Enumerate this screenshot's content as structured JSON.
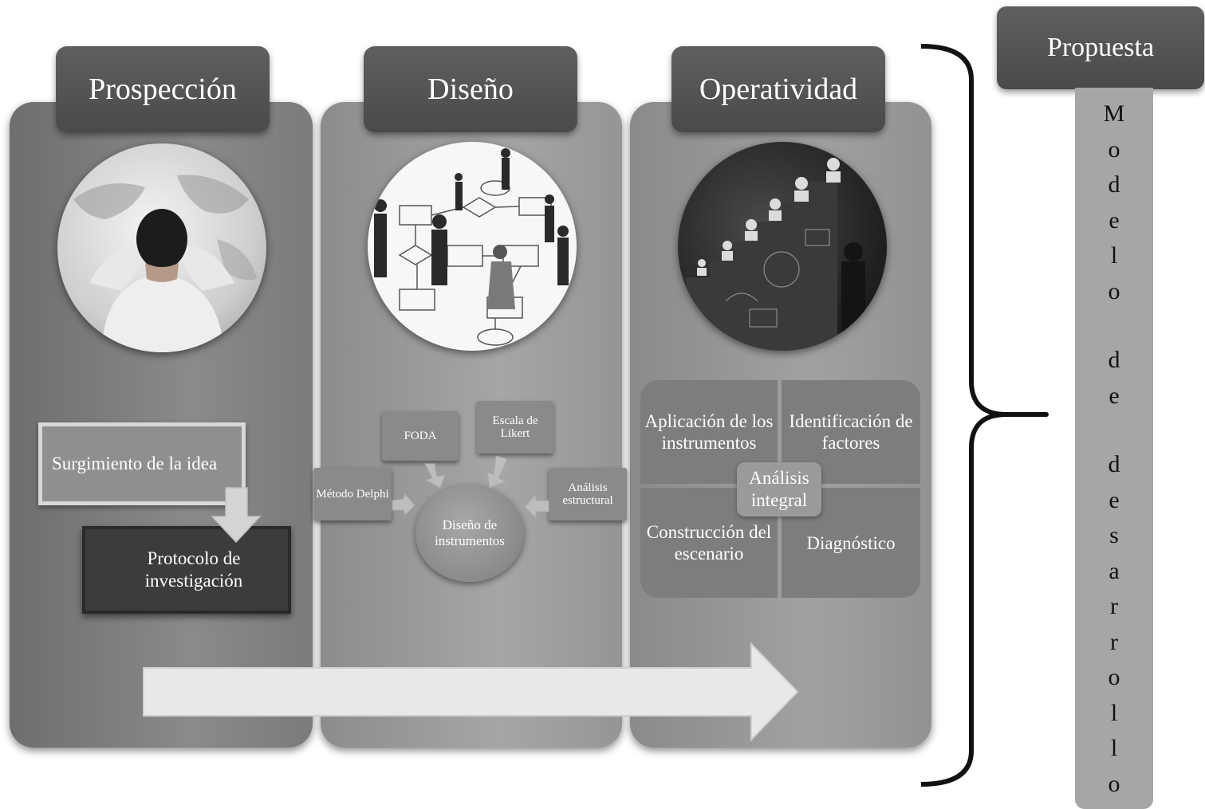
{
  "stages": {
    "prospeccion": {
      "title": "Prospección",
      "step1": "Surgimiento de la idea",
      "step2": "Protocolo de investigación"
    },
    "diseno": {
      "title": "Diseño",
      "foda": "FODA",
      "likert": "Escala de Likert",
      "delphi": "Método Delphi",
      "analisis": "Análisis estructural",
      "center": "Diseño de instrumentos"
    },
    "operatividad": {
      "title": "Operatividad",
      "q1": "Aplicación de los instrumentos",
      "q2": "Identificación de factores",
      "q3": "Construcción del escenario",
      "q4": "Diagnóstico",
      "center": "Análisis integral"
    }
  },
  "propuesta": {
    "title": "Propuesta",
    "vertical_text": "Modelo de desarrollo"
  },
  "colors": {
    "header": "#4f4f4f",
    "panel_dark": "#7b7b7b",
    "panel_light": "#a0a0a0",
    "arrow": "#e6e6e6"
  }
}
